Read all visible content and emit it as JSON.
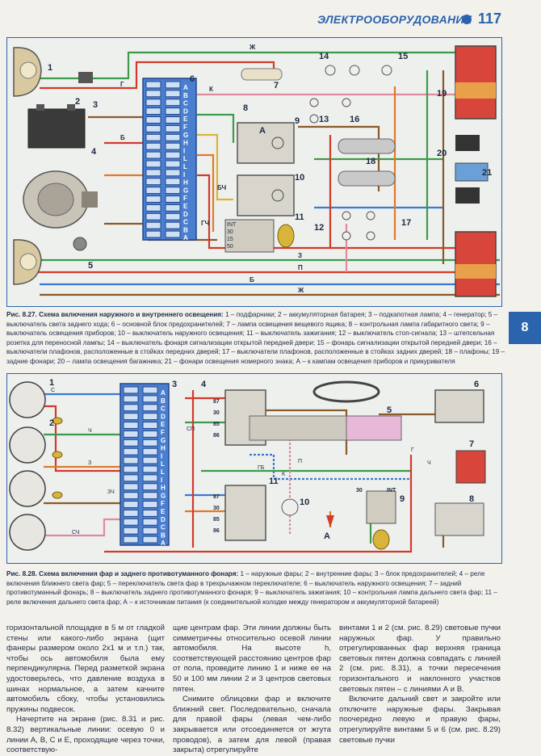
{
  "header": {
    "title": "ЭЛЕКТРООБОРУДОВАНИЕ",
    "page_number": "117"
  },
  "section_tab": "8",
  "figure1": {
    "caption_title": "Рис. 8.27. Схема включения наружного и внутреннего освещения:",
    "caption_text": "1 – подфарники; 2 – аккумуляторная батарея; 3 – подкапотная лампа; 4 – генератор; 5 – выключатель света заднего хода; 6 – основной блок предохранителей; 7 – лампа освещения вещевого ящика; 8 – контрольная лампа габаритного света; 9 – выключатель освещения приборов; 10 – выключатель наружного освещения; 11 – выключатель зажигания; 12 – выключатель стоп-сигнала; 13 – штепсельная розетка для переносной лампы; 14 – выключатель фонаря сигнализации открытой передней двери; 15 – фонарь сигнализации открытой передней двери; 16 – выключатели плафонов, расположенные в стойках передних дверей; 17 – выключатели плафонов, расположенные в стойках задних дверей; 18 – плафоны; 19 – задние фонари; 20 – лампа освещения багажника; 21 – фонари освещения номерного знака; А – к кампам освещения приборов и прикуривателя",
    "labels": [
      "1",
      "2",
      "3",
      "4",
      "5",
      "6",
      "7",
      "8",
      "9",
      "10",
      "11",
      "12",
      "13",
      "14",
      "15",
      "16",
      "17",
      "18",
      "19",
      "20",
      "21",
      "А"
    ],
    "wire_labels": [
      "Ж",
      "К",
      "Г",
      "Б",
      "З",
      "П",
      "ГЧ",
      "БЧ",
      "Ж",
      "Б"
    ],
    "fuse_letters": "ABCDEFGHIL",
    "switch_pins": [
      "INT",
      "30",
      "15",
      "50"
    ]
  },
  "figure2": {
    "caption_title": "Рис. 8.28. Схема включения фар и заднего противотуманного фонаря:",
    "caption_text": "1 – наружные фары; 2 – внутренние фары; 3 – блок предохранителей; 4 – реле включения ближнего света фар; 5 – переключатель света фар в трехрычажном переключателе; 6 – выключатель наружного освещения; 7 – задний противотуманный фонарь; 8 – выключатель заднего противотуманного фонаря; 9 – выключатель зажигания; 10 – контрольная лампа дальнего света фар; 11 – реле включения дальнего света фар; А – к источникам питания (к соединительной колодке между генератором и аккумуляторной батареей)",
    "labels": [
      "1",
      "2",
      "3",
      "4",
      "5",
      "6",
      "7",
      "8",
      "9",
      "10",
      "11",
      "А"
    ],
    "relay_pins": [
      "87",
      "30",
      "85",
      "86"
    ],
    "wire_labels": [
      "С",
      "Ч",
      "З",
      "СЧ",
      "СП",
      "ГБ",
      "ЗЧ",
      "К",
      "П",
      "Г",
      "Ч"
    ],
    "switch_pins": [
      "30",
      "INT"
    ]
  },
  "body_text": {
    "col1_p1": "горизонтальной площадке в 5 м от гладкой стены или какого-либо экрана (щит фанеры размером около 2х1 м и т.п.) так, чтобы ось автомобиля была ему перпендикулярна. Перед разметкой экрана удостоверьтесь, что давление воздуха в шинах нормальное, а затем качните автомобиль сбоку, чтобы установились пружины подвесок.",
    "col1_p2": "Начертите на экране (рис. 8.31 и рис. 8.32) вертикальные линии: осевую 0 и линии А, В, С и Е, проходящие через точки, соответствую-",
    "col2_p1": "щие центрам фар. Эти линии должны быть симметричны относительно осевой линии автомобиля. На высоте h, соответствующей расстоянию центров фар от пола, проведите линию 1 и ниже ее на 50 и 100 мм линии 2 и 3 центров световых пятен.",
    "col2_p2": "Снимите облицовки фар и включите ближний свет. Последовательно, сначала для правой фары (левая чем-либо закрывается или отсоединяется от жгута проводов), а затем для левой (правая закрыта) отрегулируйте",
    "col3_p1": "винтами 1 и 2 (см. рис. 8.29) световые пучки наружных фар. У правильно отрегулированных фар верхняя граница световых пятен должна совпадать с линией 2 (см. рис. 8.31), а точки пересечения горизонтального и наклонного участков световых пятен – с линиями А и В.",
    "col3_p2": "Включите дальний свет и закройте или отключите наружные фары. Закрывая поочередно левую и правую фары, отрегулируйте винтами 5 и 6 (см. рис. 8.29) световые пучки"
  },
  "colors": {
    "accent": "#2b63ad",
    "wire_green": "#3c9a4a",
    "wire_red": "#d23a2a",
    "wire_brown": "#8a5a2a",
    "wire_orange": "#e07a2a",
    "wire_pink": "#e08aa0",
    "wire_blue": "#3a7ad0",
    "wire_yellow": "#d9b43a",
    "fuse_block": "#4a7fd0",
    "lamp_red": "#d8453a"
  }
}
